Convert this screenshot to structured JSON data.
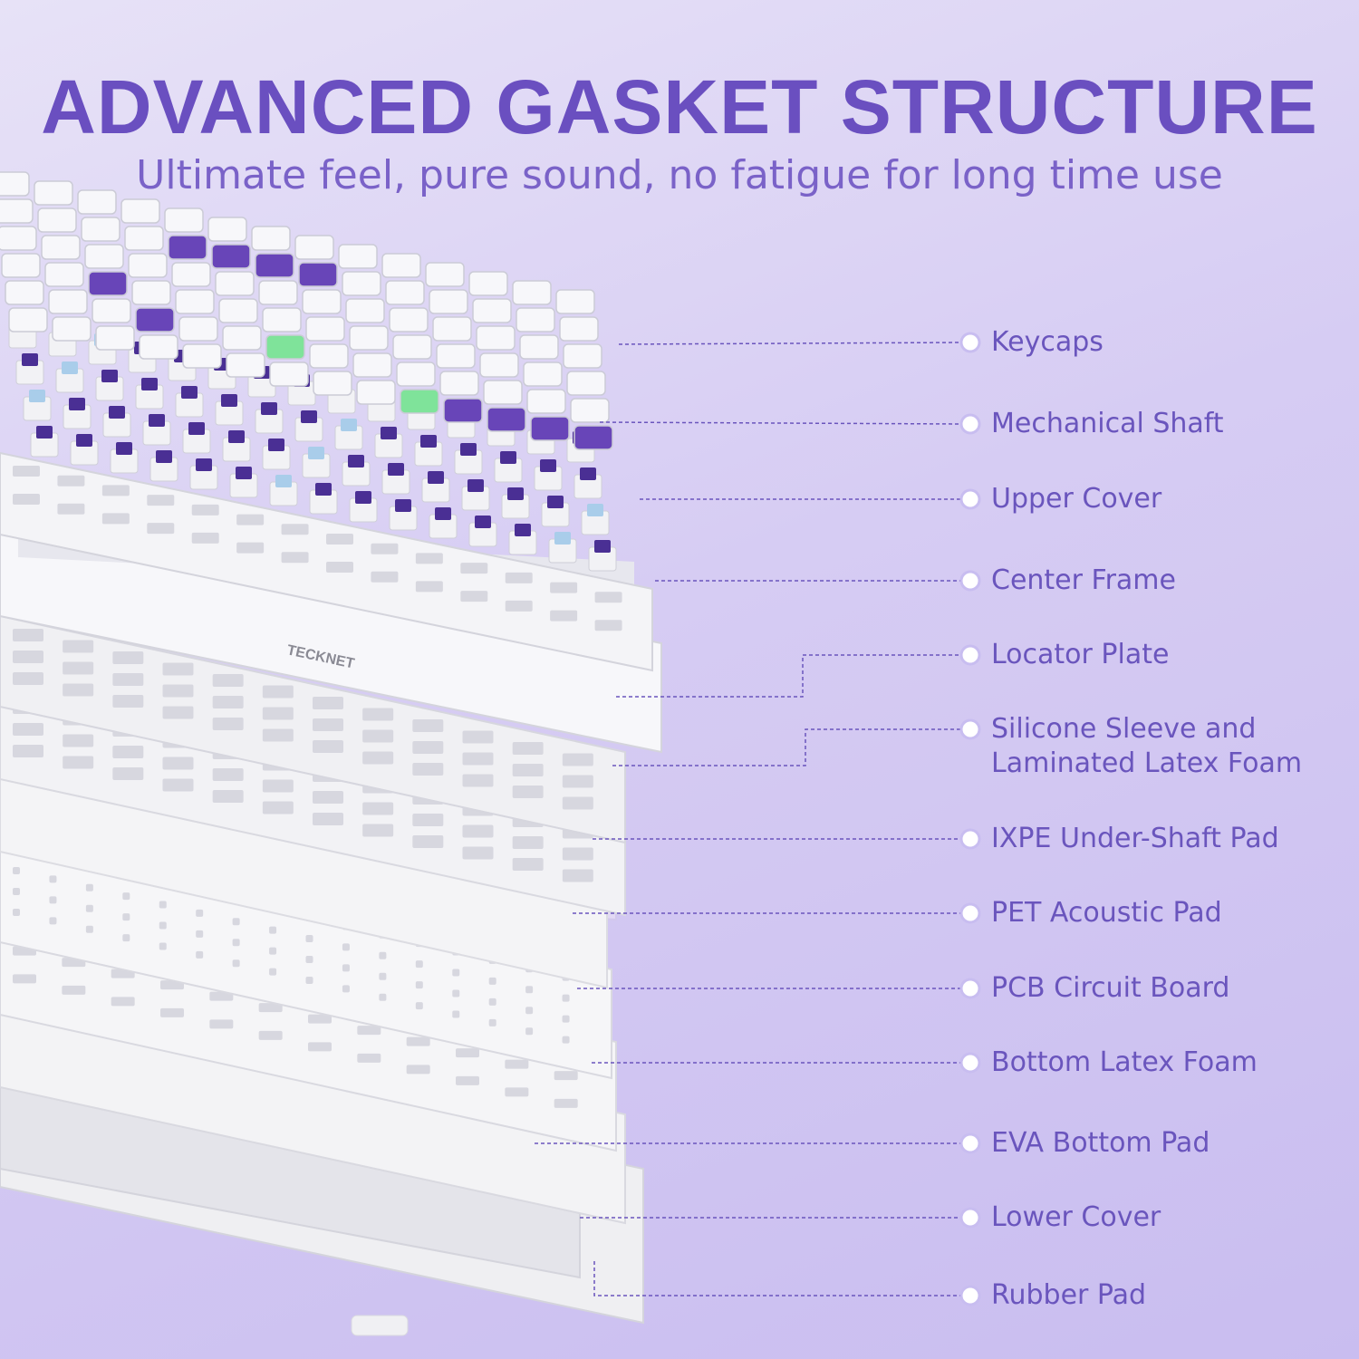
{
  "header": {
    "title": "ADVANCED GASKET STRUCTURE",
    "subtitle": "Ultimate feel, pure sound, no fatigue for long time use"
  },
  "keyboard": {
    "brand": "TECKNET",
    "palette": {
      "accent": "#6a4fc0",
      "key_purple": "#6845b8",
      "key_white": "#f7f7fa",
      "key_green": "#7fe39a",
      "switch_blue": "#a9cdea",
      "layer_white": "#f1f1f4",
      "leader_line": "#6a55bd"
    }
  },
  "layers": [
    {
      "id": "keycaps",
      "label": "Keycaps"
    },
    {
      "id": "mechanical-shaft",
      "label": "Mechanical Shaft"
    },
    {
      "id": "upper-cover",
      "label": "Upper Cover"
    },
    {
      "id": "center-frame",
      "label": "Center Frame"
    },
    {
      "id": "locator-plate",
      "label": "Locator Plate"
    },
    {
      "id": "silicone-sleeve",
      "label": "Silicone Sleeve and\nLaminated Latex Foam"
    },
    {
      "id": "ixpe-pad",
      "label": "IXPE Under-Shaft Pad"
    },
    {
      "id": "pet-pad",
      "label": "PET Acoustic Pad"
    },
    {
      "id": "pcb",
      "label": "PCB Circuit Board"
    },
    {
      "id": "bottom-foam",
      "label": "Bottom Latex Foam"
    },
    {
      "id": "eva-pad",
      "label": "EVA Bottom Pad"
    },
    {
      "id": "lower-cover",
      "label": "Lower Cover"
    },
    {
      "id": "rubber-pad",
      "label": "Rubber Pad"
    }
  ]
}
